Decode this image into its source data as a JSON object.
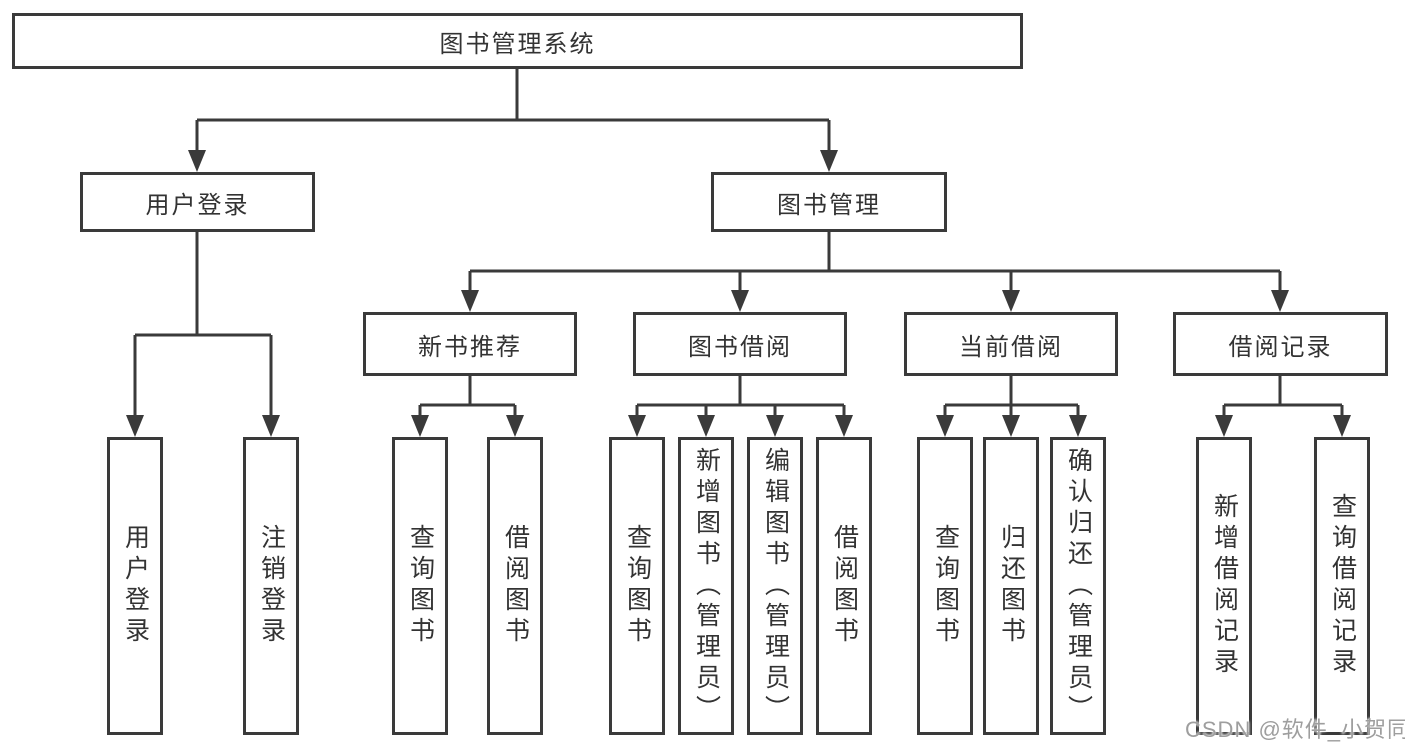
{
  "diagram": {
    "tree": {
      "root": {
        "label": "图书管理系统",
        "children": [
          {
            "label": "用户登录",
            "children": [
              {
                "label": "用户登录"
              },
              {
                "label": "注销登录"
              }
            ]
          },
          {
            "label": "图书管理",
            "children": [
              {
                "label": "新书推荐",
                "children": [
                  {
                    "label": "查询图书"
                  },
                  {
                    "label": "借阅图书"
                  }
                ]
              },
              {
                "label": "图书借阅",
                "children": [
                  {
                    "label": "查询图书"
                  },
                  {
                    "label": "新增图书（管理员）"
                  },
                  {
                    "label": "编辑图书（管理员）"
                  },
                  {
                    "label": "借阅图书"
                  }
                ]
              },
              {
                "label": "当前借阅",
                "children": [
                  {
                    "label": "查询图书"
                  },
                  {
                    "label": "归还图书"
                  },
                  {
                    "label": "确认归还（管理员）"
                  }
                ]
              },
              {
                "label": "借阅记录",
                "children": [
                  {
                    "label": "新增借阅记录"
                  },
                  {
                    "label": "查询借阅记录"
                  }
                ]
              }
            ]
          }
        ]
      }
    },
    "colors": {
      "line": "#3a3a3a",
      "box_border": "#3a3a3a",
      "text": "#333333",
      "background": "#ffffff",
      "watermark_text": "#9e9e9e"
    }
  },
  "watermark": "CSDN @软件_小贺同学"
}
